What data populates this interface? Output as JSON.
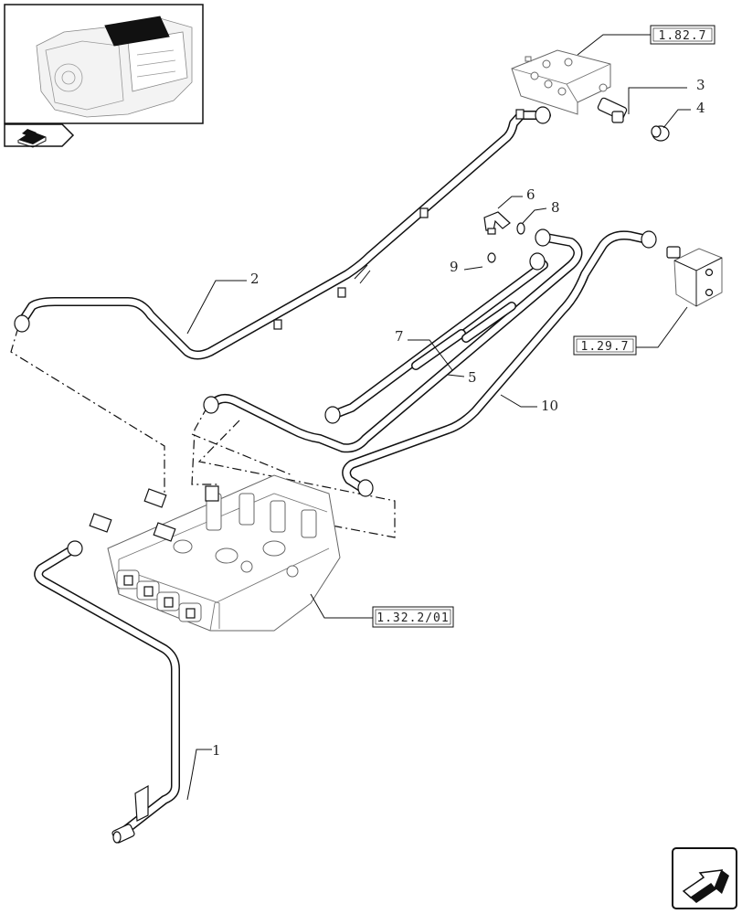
{
  "callouts": [
    {
      "id": "c1",
      "text": "1"
    },
    {
      "id": "c2",
      "text": "2"
    },
    {
      "id": "c3",
      "text": "3"
    },
    {
      "id": "c4",
      "text": "4"
    },
    {
      "id": "c5",
      "text": "5"
    },
    {
      "id": "c6",
      "text": "6"
    },
    {
      "id": "c7",
      "text": "7"
    },
    {
      "id": "c8",
      "text": "8"
    },
    {
      "id": "c9",
      "text": "9"
    },
    {
      "id": "c10",
      "text": "10"
    }
  ],
  "references": [
    {
      "id": "r1",
      "text": "1.82.7"
    },
    {
      "id": "r2",
      "text": "1.29.7"
    },
    {
      "id": "r3",
      "text": "1.32.2/01"
    }
  ],
  "icons": {
    "thumbnail": "tractor-transmission-thumbnail",
    "book": "manual-book-icon",
    "nav": "next-page-arrow-icon"
  }
}
